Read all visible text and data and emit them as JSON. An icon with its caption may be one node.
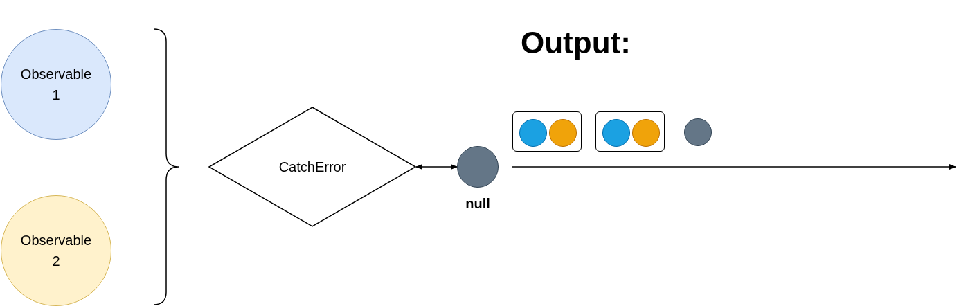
{
  "diagram": {
    "title": "Output:",
    "nodes": [
      {
        "text": [
          "Observable 1"
        ]
      },
      {
        "text": [
          "Observable 2"
        ]
      },
      {
        "text": [
          "CatchError"
        ]
      },
      {
        "text": [],
        "shape": "circle",
        "beside": [
          "null"
        ]
      },
      {
        "text": [],
        "shape": "box"
      },
      {
        "text": [],
        "shape": "circle",
        "in": 4
      },
      {
        "text": [],
        "shape": "circle",
        "in": 4
      },
      {
        "text": [],
        "shape": "box"
      },
      {
        "text": [],
        "shape": "circle",
        "in": 7
      },
      {
        "text": [],
        "shape": "circle",
        "in": 7
      },
      {
        "text": [],
        "shape": "circle"
      }
    ],
    "edges": [
      {
        "from": 2,
        "to": 3,
        "arrow": "both"
      }
    ]
  }
}
